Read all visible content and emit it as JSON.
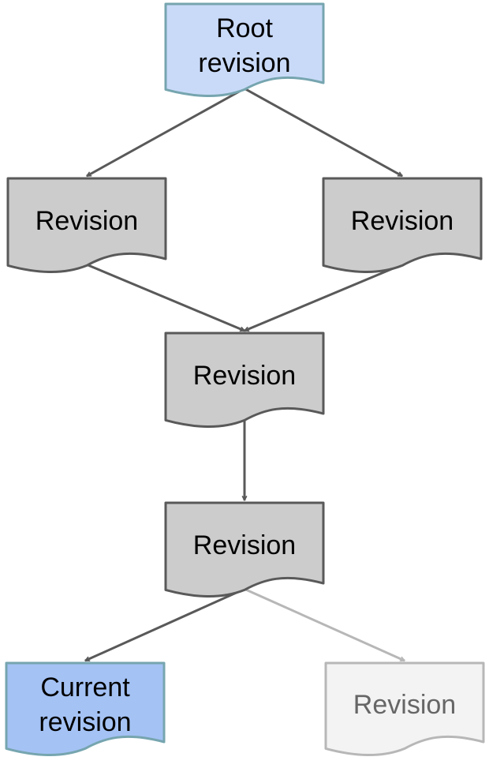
{
  "diagram": {
    "nodes": [
      {
        "id": "root",
        "lines": [
          "Root",
          "revision"
        ],
        "style": "root"
      },
      {
        "id": "left",
        "lines": [
          "Revision"
        ],
        "style": "normal"
      },
      {
        "id": "right",
        "lines": [
          "Revision"
        ],
        "style": "normal"
      },
      {
        "id": "merge",
        "lines": [
          "Revision"
        ],
        "style": "normal"
      },
      {
        "id": "next",
        "lines": [
          "Revision"
        ],
        "style": "normal"
      },
      {
        "id": "current",
        "lines": [
          "Current",
          "revision"
        ],
        "style": "current"
      },
      {
        "id": "future",
        "lines": [
          "Revision"
        ],
        "style": "faded"
      }
    ],
    "edges": [
      {
        "from": "root",
        "to": "left",
        "style": "normal"
      },
      {
        "from": "root",
        "to": "right",
        "style": "normal"
      },
      {
        "from": "left",
        "to": "merge",
        "style": "normal"
      },
      {
        "from": "right",
        "to": "merge",
        "style": "normal"
      },
      {
        "from": "merge",
        "to": "next",
        "style": "normal"
      },
      {
        "from": "next",
        "to": "current",
        "style": "normal"
      },
      {
        "from": "next",
        "to": "future",
        "style": "faded"
      }
    ],
    "colors": {
      "root_fill": "#c9daf8",
      "root_stroke": "#76a5af",
      "normal_fill": "#cccccc",
      "normal_stroke": "#595959",
      "current_fill": "#a4c2f4",
      "current_stroke": "#76a5af",
      "faded_fill": "#f3f3f3",
      "faded_stroke": "#b7b7b7",
      "edge": "#595959",
      "edge_faded": "#b7b7b7",
      "text": "#000000",
      "text_faded": "#666666"
    }
  }
}
